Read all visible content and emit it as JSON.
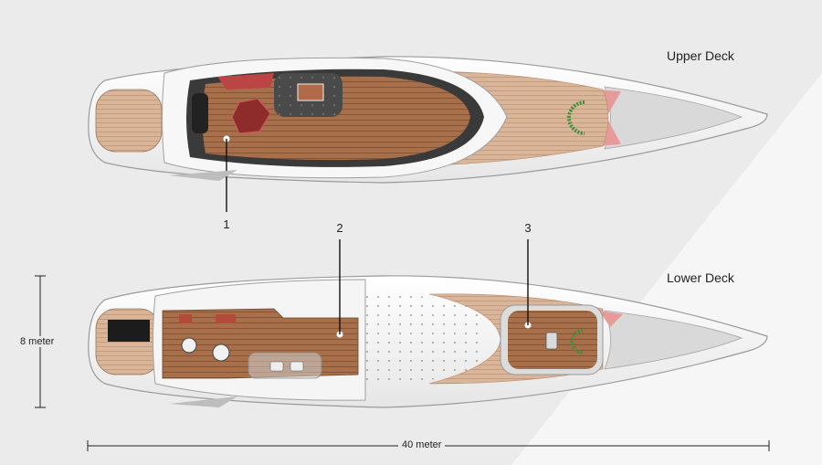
{
  "decks": {
    "upper": {
      "title": "Upper Deck"
    },
    "lower": {
      "title": "Lower Deck"
    }
  },
  "callouts": [
    {
      "number": "1"
    },
    {
      "number": "2"
    },
    {
      "number": "3"
    }
  ],
  "dimensions": {
    "width_label": "8 meter",
    "length_label": "40 meter"
  },
  "colors": {
    "background": "#ebebeb",
    "hull": "#f4f4f4",
    "hull_outline": "#9a9a9a",
    "teak": "#a36a45",
    "dark_cabin": "#3c3c3c",
    "accent_red": "#e07a7a",
    "bow_gray": "#d9d9d9"
  }
}
